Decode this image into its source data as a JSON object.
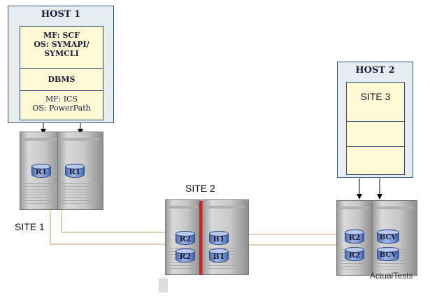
{
  "host1": {
    "title": "HOST 1",
    "rows": [
      {
        "lines": [
          "MF: SCF",
          "OS: SYMAPI/",
          "SYMCLI"
        ]
      },
      {
        "lines": [
          "DBMS"
        ]
      },
      {
        "lines": [
          "MF: ICS",
          "OS: PowerPath"
        ]
      }
    ]
  },
  "host2": {
    "title": "HOST 2",
    "rows": [
      {
        "lines": [
          "SITE 3"
        ]
      },
      {
        "lines": [
          ""
        ]
      },
      {
        "lines": [
          ""
        ]
      }
    ]
  },
  "sites": {
    "site1": "SITE 1",
    "site2": "SITE 2"
  },
  "storage1": {
    "disks": [
      "R1",
      "R1"
    ]
  },
  "storage2": {
    "left_disks": [
      "R2",
      "R2"
    ],
    "right_disks": [
      "B1",
      "B1"
    ]
  },
  "storage3": {
    "left_disks": [
      "R2",
      "R2"
    ],
    "right_disks": [
      "BCV",
      "BCV"
    ]
  },
  "watermark": "ActualTests",
  "colors": {
    "host_border": "#2f4f6f",
    "host_fill": "#fdf8d6",
    "link_line": "#c9a26a",
    "divider_red": "#d61f1f",
    "disk_blue": "#6e8fcf"
  }
}
